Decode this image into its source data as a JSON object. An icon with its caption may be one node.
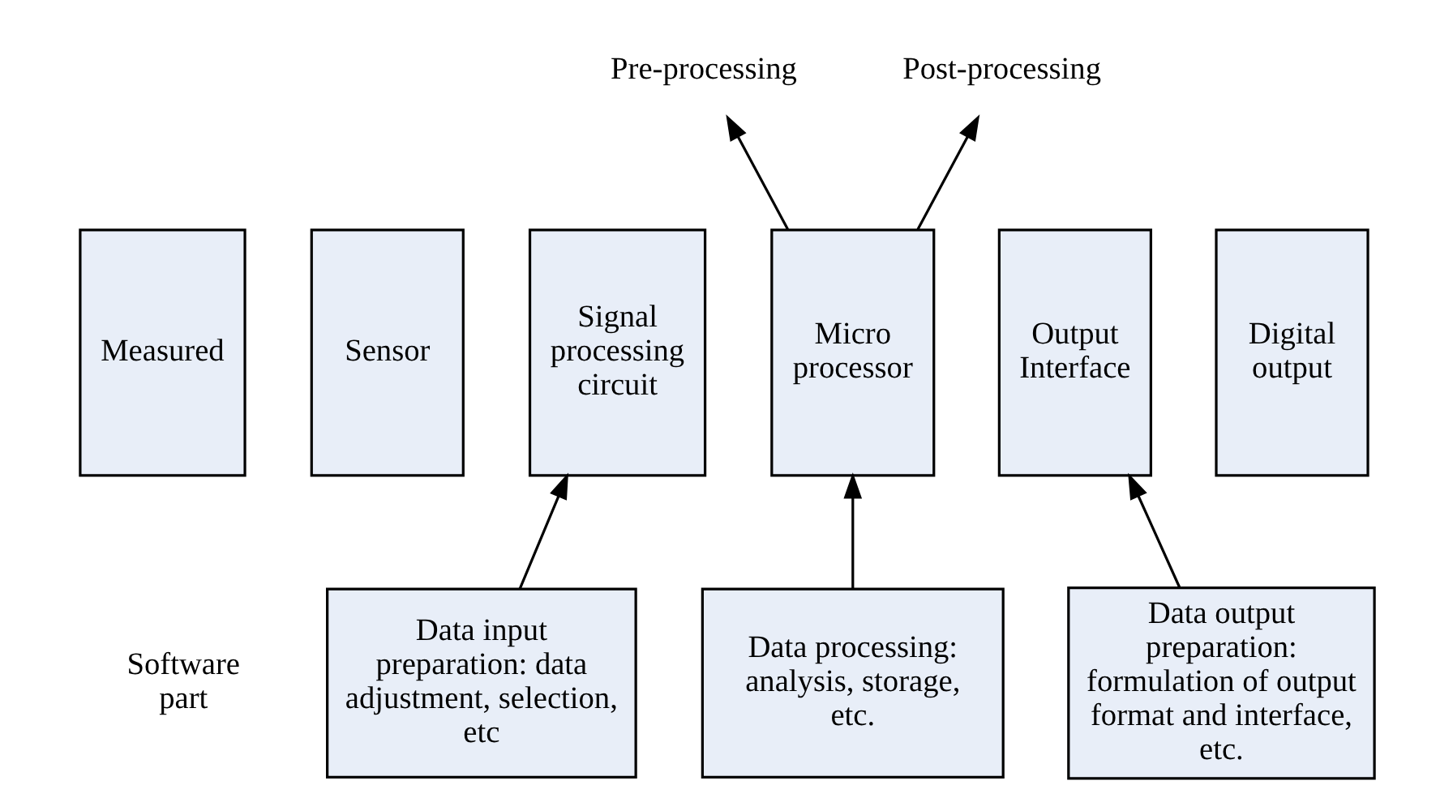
{
  "diagram": {
    "nodes": [
      {
        "text": [
          "Measured"
        ]
      },
      {
        "text": [
          "Sensor"
        ]
      },
      {
        "text": [
          "Signal processing circuit"
        ]
      },
      {
        "text": [
          "Micro processor"
        ]
      },
      {
        "text": [
          "Output Interface"
        ]
      },
      {
        "text": [
          "Digital output"
        ]
      },
      {
        "text": [
          "Data input preparation: data adjustment, selection, etc"
        ]
      },
      {
        "text": [
          "Data processing: analysis, storage, etc."
        ]
      },
      {
        "text": [
          "Data output preparation: formulation of output format and interface, etc."
        ]
      },
      {
        "text": [
          "Pre-processing"
        ]
      },
      {
        "text": [
          "Post-processing"
        ]
      }
    ],
    "edges": [
      {
        "from": 6,
        "to": 2,
        "arrow": "to"
      },
      {
        "from": 7,
        "to": 3,
        "arrow": "to"
      },
      {
        "from": 8,
        "to": 4,
        "arrow": "to"
      },
      {
        "from": 3,
        "to": 9,
        "arrow": "to"
      },
      {
        "from": 3,
        "to": 10,
        "arrow": "to"
      }
    ],
    "labels": [
      "Software part"
    ]
  }
}
